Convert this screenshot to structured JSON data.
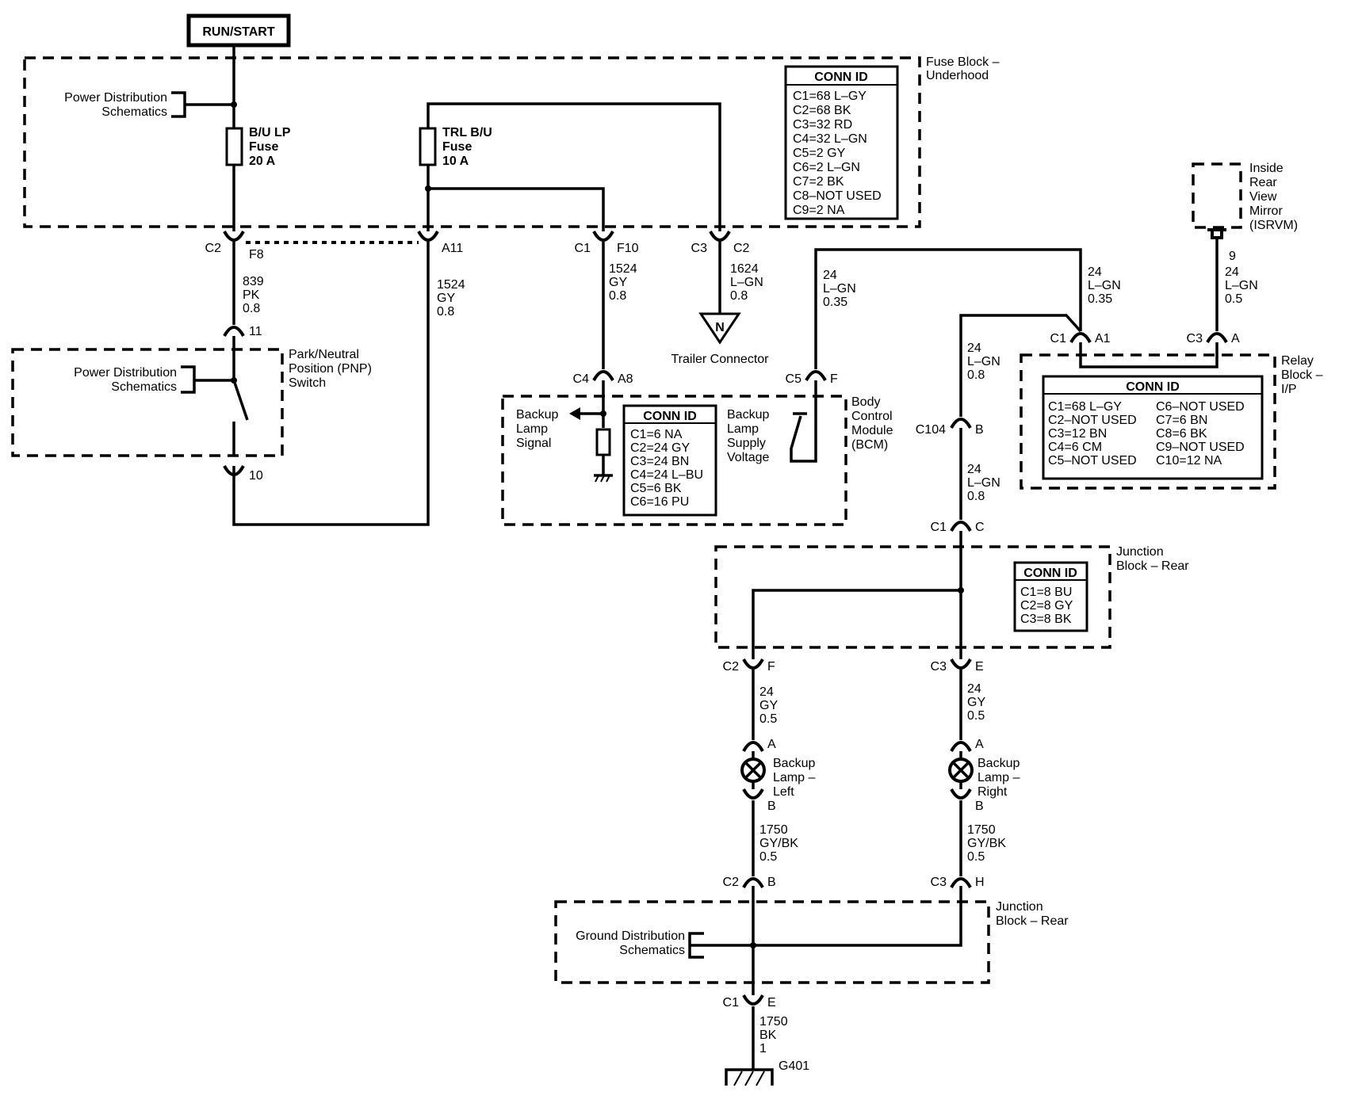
{
  "diagram": {
    "run_start_label": "RUN/START",
    "fuse_block_underhood": {
      "line1": "Fuse Block –",
      "line2": "Underhood"
    },
    "power_distribution_1": {
      "line1": "Power Distribution",
      "line2": "Schematics"
    },
    "fuse_bu_lp": {
      "line1": "B/U LP",
      "line2": "Fuse",
      "line3": "20 A"
    },
    "fuse_trl_bu": {
      "line1": "TRL B/U",
      "line2": "Fuse",
      "line3": "10 A"
    },
    "fuse_block_conn": {
      "title": "CONN ID",
      "rows": [
        "C1=68 L–GY",
        "C2=68 BK",
        "C3=32 RD",
        "C4=32 L–GN",
        "C5=2 GY",
        "C6=2 L–GN",
        "C7=2 BK",
        "C8–NOT USED",
        "C9=2 NA"
      ]
    },
    "isrvm": {
      "line1": "Inside",
      "line2": "Rear",
      "line3": "View",
      "line4": "Mirror",
      "line5": "(ISRVM)"
    },
    "pins": {
      "c2": "C2",
      "f8": "F8",
      "a11": "A11",
      "c1": "C1",
      "f10": "F10",
      "c3": "C3",
      "c2b": "C2",
      "p11": "11",
      "p10": "10",
      "c4": "C4",
      "a8": "A8",
      "c5": "C5",
      "f": "F",
      "relay_c1": "C1",
      "relay_a1": "A1",
      "relay_c3": "C3",
      "relay_a": "A",
      "p9": "9",
      "c104": "C104",
      "c104_b": "B",
      "jb_c1": "C1",
      "jb_c": "C",
      "jb_c2": "C2",
      "jb_f": "F",
      "jb_c3": "C3",
      "jb_e": "E",
      "lamp_l_a": "A",
      "lamp_l_b": "B",
      "lamp_r_a": "A",
      "lamp_r_b": "B",
      "jb2_c2": "C2",
      "jb2_b": "B",
      "jb2_c3": "C3",
      "jb2_h": "H",
      "jb2_c1": "C1",
      "jb2_e": "E"
    },
    "wires": {
      "w839": {
        "circuit": "839",
        "color": "PK",
        "size": "0.8"
      },
      "w1524_a11": {
        "circuit": "1524",
        "color": "GY",
        "size": "0.8"
      },
      "w1524_f10": {
        "circuit": "1524",
        "color": "GY",
        "size": "0.8"
      },
      "w1624": {
        "circuit": "1624",
        "color": "L–GN",
        "size": "0.8"
      },
      "w24_bcm": {
        "circuit": "24",
        "color": "L–GN",
        "size": "0.35"
      },
      "w24_relay": {
        "circuit": "24",
        "color": "L–GN",
        "size": "0.35"
      },
      "w24_isrvm": {
        "circuit": "24",
        "color": "L–GN",
        "size": "0.5"
      },
      "w24_c104_top": {
        "circuit": "24",
        "color": "L–GN",
        "size": "0.8"
      },
      "w24_c104_bot": {
        "circuit": "24",
        "color": "L–GN",
        "size": "0.8"
      },
      "w24_left": {
        "circuit": "24",
        "color": "GY",
        "size": "0.5"
      },
      "w24_right": {
        "circuit": "24",
        "color": "GY",
        "size": "0.5"
      },
      "w1750_left": {
        "circuit": "1750",
        "color": "GY/BK",
        "size": "0.5"
      },
      "w1750_right": {
        "circuit": "1750",
        "color": "GY/BK",
        "size": "0.5"
      },
      "w1750_ground": {
        "circuit": "1750",
        "color": "BK",
        "size": "1"
      }
    },
    "trailer": {
      "symbol": "N",
      "label": "Trailer Connector"
    },
    "pnp": {
      "label_line1": "Park/Neutral",
      "label_line2": "Position (PNP)",
      "label_line3": "Switch",
      "power_line1": "Power Distribution",
      "power_line2": "Schematics"
    },
    "bcm": {
      "label_line1": "Body",
      "label_line2": "Control",
      "label_line3": "Module",
      "label_line4": "(BCM)",
      "signal_line1": "Backup",
      "signal_line2": "Lamp",
      "signal_line3": "Signal",
      "supply_line1": "Backup",
      "supply_line2": "Lamp",
      "supply_line3": "Supply",
      "supply_line4": "Voltage",
      "conn_title": "CONN ID",
      "conn_rows": [
        "C1=6 NA",
        "C2=24 GY",
        "C3=24 BN",
        "C4=24 L–BU",
        "C5=6 BK",
        "C6=16 PU"
      ]
    },
    "relay_block": {
      "label_line1": "Relay",
      "label_line2": "Block –",
      "label_line3": "I/P",
      "conn_title": "CONN ID",
      "conn_left": [
        "C1=68 L–GY",
        "C2–NOT USED",
        "C3=12 BN",
        "C4=6 CM",
        "C5–NOT USED"
      ],
      "conn_right": [
        "C6–NOT USED",
        "C7=6 BN",
        "C8=6 BK",
        "C9–NOT USED",
        "C10=12 NA"
      ]
    },
    "junction_rear_1": {
      "label_line1": "Junction",
      "label_line2": "Block – Rear",
      "conn_title": "CONN ID",
      "conn_rows": [
        "C1=8 BU",
        "C2=8 GY",
        "C3=8 BK"
      ]
    },
    "lamp_left": {
      "line1": "Backup",
      "line2": "Lamp –",
      "line3": "Left"
    },
    "lamp_right": {
      "line1": "Backup",
      "line2": "Lamp –",
      "line3": "Right"
    },
    "junction_rear_2": {
      "label_line1": "Junction",
      "label_line2": "Block – Rear",
      "ground_line1": "Ground Distribution",
      "ground_line2": "Schematics"
    },
    "ground": {
      "label": "G401"
    }
  }
}
